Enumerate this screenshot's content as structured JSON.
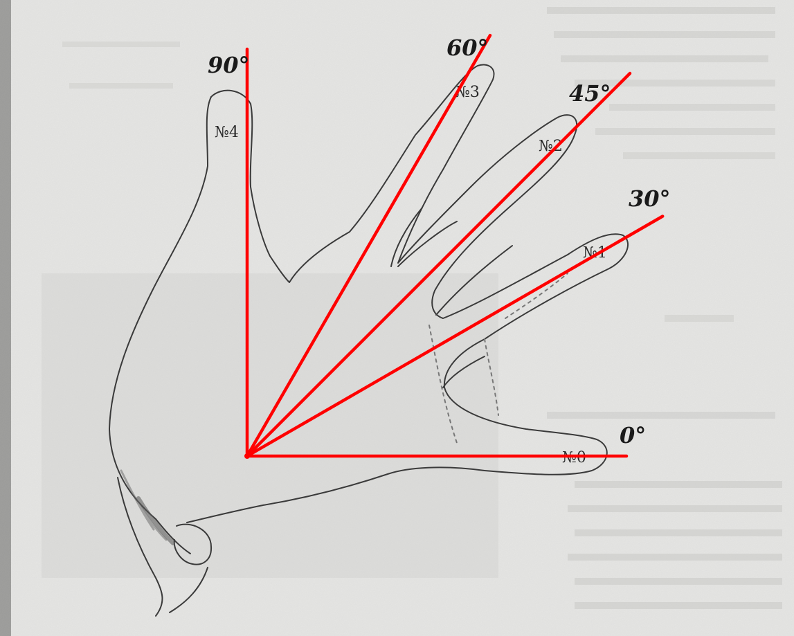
{
  "angle_marker_color": "#ff0000",
  "angles": [
    {
      "label": "0°",
      "degrees": 0
    },
    {
      "label": "30°",
      "degrees": 30
    },
    {
      "label": "45°",
      "degrees": 45
    },
    {
      "label": "60°",
      "degrees": 60
    },
    {
      "label": "90°",
      "degrees": 90
    }
  ],
  "fingers": [
    {
      "label": "№0"
    },
    {
      "label": "№1"
    },
    {
      "label": "№2"
    },
    {
      "label": "№3"
    },
    {
      "label": "№4"
    }
  ]
}
